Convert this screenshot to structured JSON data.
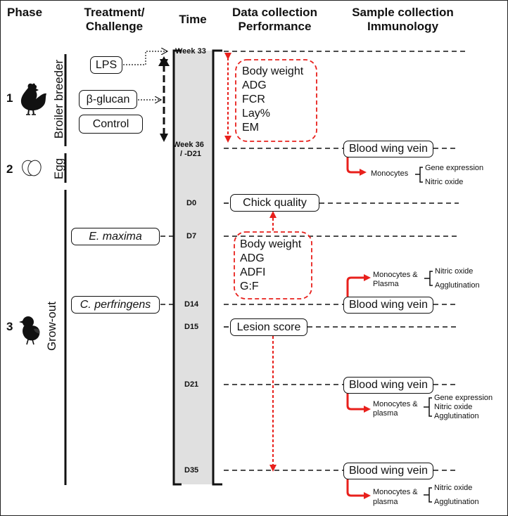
{
  "headers": {
    "phase": "Phase",
    "treatment": "Treatment/ Challenge",
    "time": "Time",
    "data_collection": "Data collection Performance",
    "sample_collection": "Sample collection Immunology"
  },
  "phases": [
    {
      "number": "1",
      "label": "Broiler breeder",
      "icon": "hen-icon"
    },
    {
      "number": "2",
      "label": "Egg",
      "icon": "egg-icon"
    },
    {
      "number": "3",
      "label": "Grow-out",
      "icon": "chick-icon"
    }
  ],
  "treatments": {
    "lps": "LPS",
    "beta_glucan": "β-glucan",
    "control": "Control",
    "e_maxima": "E. maxima",
    "c_perfringens": "C. perfringens"
  },
  "times": {
    "week33": "Week 33",
    "week36_a": "Week 36",
    "week36_b": "/ -D21",
    "d0": "D0",
    "d7": "D7",
    "d14": "D14",
    "d15": "D15",
    "d21": "D21",
    "d35": "D35"
  },
  "data_collection": {
    "breeder_metrics": [
      "Body weight",
      "ADG",
      "FCR",
      "Lay%",
      "EM"
    ],
    "chick_quality": "Chick quality",
    "growout_metrics": [
      "Body weight",
      "ADG",
      "ADFI",
      "G:F"
    ],
    "lesion_score": "Lesion score"
  },
  "sample_collection": {
    "blood_wing_vein": "Blood wing vein",
    "week36": {
      "cells": "Monocytes",
      "assays": [
        "Gene expression",
        "Nitric oxide"
      ]
    },
    "d14": {
      "cells_line1": "Monocytes &",
      "cells_line2": "Plasma",
      "assays": [
        "Nitric oxide",
        "Agglutination"
      ]
    },
    "d21": {
      "cells_line1": "Monocytes &",
      "cells_line2": "plasma",
      "assays": [
        "Gene expression",
        "Nitric oxide",
        "Agglutination"
      ]
    },
    "d35": {
      "cells_line1": "Monocytes &",
      "cells_line2": "plasma",
      "assays": [
        "Nitric oxide",
        "Agglutination"
      ]
    }
  },
  "colors": {
    "accent_red": "#e8201c",
    "time_bar": "#e0e0e0",
    "line": "#111111"
  }
}
